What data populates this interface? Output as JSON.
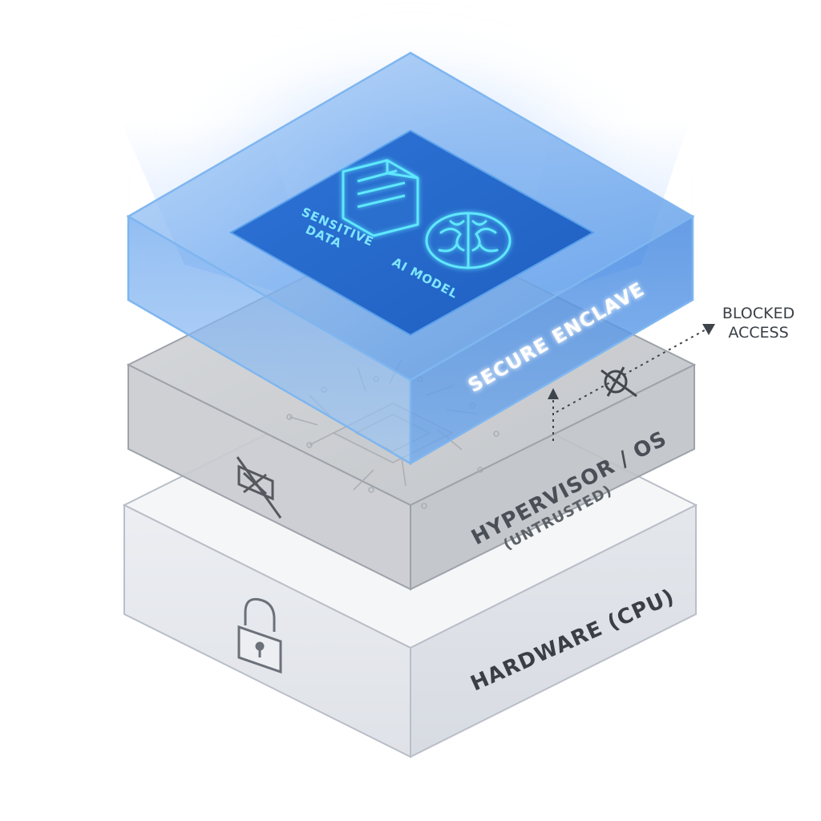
{
  "layers": {
    "enclave": {
      "label": "SECURE ENCLAVE",
      "items": [
        {
          "icon": "document-icon",
          "label_lines": [
            "SENSITIVE",
            "DATA"
          ]
        },
        {
          "icon": "brain-icon",
          "label": "AI MODEL"
        }
      ]
    },
    "hypervisor": {
      "label": "HYPERVISOR / OS",
      "sublabel": "(UNTRUSTED)"
    },
    "hardware": {
      "label": "HARDWARE (CPU)"
    }
  },
  "callout": {
    "lines": [
      "BLOCKED",
      "ACCESS"
    ]
  },
  "icons": {
    "hardware": "padlock-icon",
    "hypervisor_left": "blocked-arrows-icon",
    "hypervisor_right": "crossed-out-circle-icon",
    "core": "cpu-chip-icon"
  },
  "colors": {
    "enclave_blue": "#2f7bd8",
    "enclave_edge": "#7fb6f0",
    "glow_cyan": "#5ee8ff",
    "hypervisor_gray": "#c6c8cc",
    "hardware_light": "#eef0f4",
    "text_dark": "#3a3f46"
  }
}
